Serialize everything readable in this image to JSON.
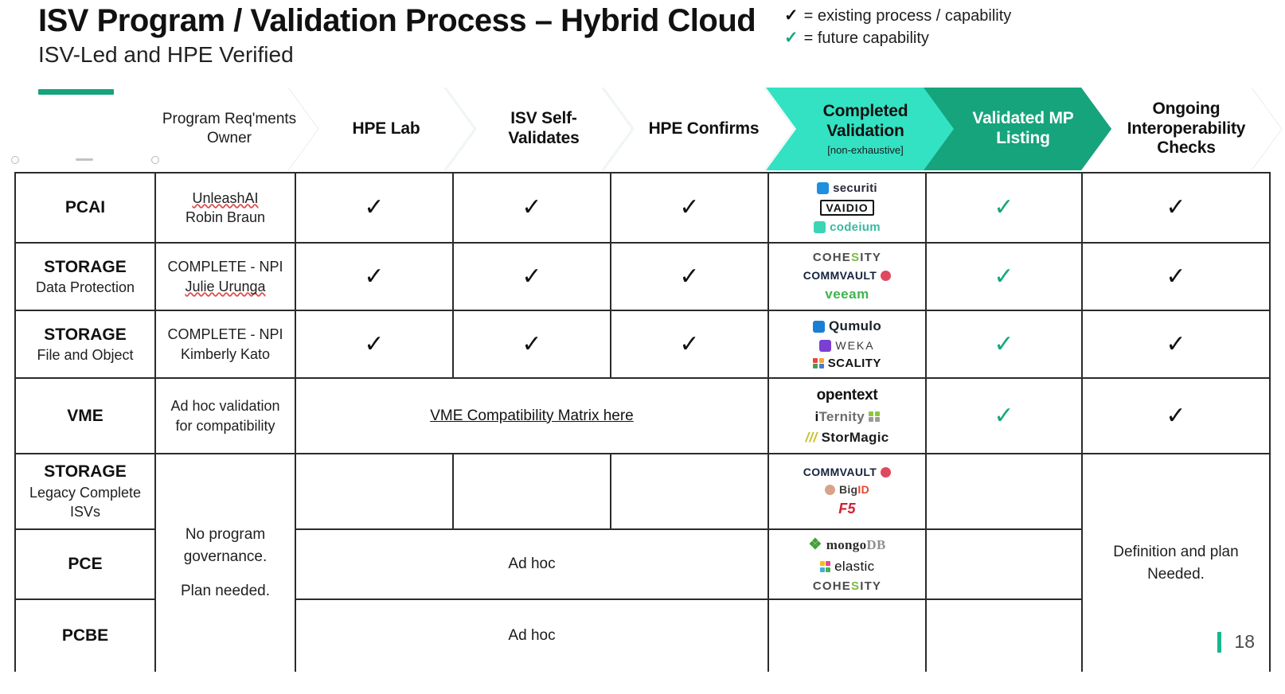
{
  "header": {
    "title": "ISV Program / Validation Process – Hybrid Cloud",
    "subtitle": "ISV-Led and HPE Verified",
    "accent_color": "#15a47c"
  },
  "legend": [
    {
      "icon": "check-icon",
      "mark": "✓",
      "color": "#111111",
      "text": "= existing process / capability"
    },
    {
      "icon": "check-icon",
      "mark": "✓",
      "color": "#16a77e",
      "text": "= future capability"
    }
  ],
  "owner_column_header": "Program Req'ments\nOwner",
  "owner_header_line1": "Program Req'ments",
  "owner_header_line2": "Owner",
  "stages": [
    {
      "label": "HPE Lab",
      "note": "",
      "style": "outline",
      "fill": "#ffffff",
      "stroke": "#3d7a87",
      "text_color": "#111111"
    },
    {
      "label": "ISV Self-\nValidates",
      "line1": "ISV Self-",
      "line2": "Validates",
      "note": "",
      "style": "outline",
      "fill": "#ffffff",
      "stroke": "#3d7a87",
      "text_color": "#111111"
    },
    {
      "label": "HPE Confirms",
      "note": "",
      "style": "outline",
      "fill": "#ffffff",
      "stroke": "#3d7a87",
      "text_color": "#111111"
    },
    {
      "label": "Completed\nValidation",
      "line1": "Completed",
      "line2": "Validation",
      "note": "[non-exhaustive]",
      "style": "filled",
      "fill": "#33e2c3",
      "stroke": "#33e2c3",
      "text_color": "#111111"
    },
    {
      "label": "Validated MP\nListing",
      "line1": "Validated MP",
      "line2": "Listing",
      "note": "",
      "style": "filled",
      "fill": "#16a47c",
      "stroke": "#16a47c",
      "text_color": "#ffffff"
    },
    {
      "label": "Ongoing\nInteroperability\nChecks",
      "line1": "Ongoing",
      "line2": "Interoperability",
      "line3": "Checks",
      "note": "",
      "style": "outline",
      "fill": "#ffffff",
      "stroke": "#3d7a87",
      "text_color": "#111111"
    }
  ],
  "rows": [
    {
      "category_main": "PCAI",
      "category_sub": "",
      "owner_line1": "UnleashAI",
      "owner_line1_misspelled": true,
      "owner_line2": "Robin Braun",
      "hpe_lab": "✓",
      "isv_self": "✓",
      "hpe_confirms": "✓",
      "logos": [
        "securiti",
        "VAIDIO",
        "codeium"
      ],
      "validated_mp": "✓",
      "validated_mp_color": "#16a77e",
      "ongoing": "✓",
      "ongoing_color": "#111111"
    },
    {
      "category_main": "STORAGE",
      "category_sub": "Data Protection",
      "owner_line1": "COMPLETE - NPI",
      "owner_line2": "Julie Urunga",
      "owner_line2_misspelled": true,
      "hpe_lab": "✓",
      "isv_self": "✓",
      "hpe_confirms": "✓",
      "logos": [
        "COHESITY",
        "COMMVAULT",
        "veeam"
      ],
      "validated_mp": "✓",
      "validated_mp_color": "#16a77e",
      "ongoing": "✓",
      "ongoing_color": "#111111"
    },
    {
      "category_main": "STORAGE",
      "category_sub": "File and Object",
      "owner_line1": "COMPLETE - NPI",
      "owner_line2": "Kimberly Kato",
      "hpe_lab": "✓",
      "isv_self": "✓",
      "hpe_confirms": "✓",
      "logos": [
        "Qumulo",
        "WEKA",
        "SCALITY"
      ],
      "validated_mp": "✓",
      "validated_mp_color": "#16a77e",
      "ongoing": "✓",
      "ongoing_color": "#111111"
    },
    {
      "category_main": "VME",
      "category_sub": "",
      "owner_line1": "Ad hoc validation",
      "owner_line2": "for compatibility",
      "merged_link": "VME Compatibility Matrix here",
      "logos": [
        "opentext",
        "iTernity",
        "StorMagic"
      ],
      "validated_mp": "✓",
      "validated_mp_color": "#16a77e",
      "ongoing": "✓",
      "ongoing_color": "#111111"
    },
    {
      "category_main": "STORAGE",
      "category_sub": "Legacy Complete\nISVs",
      "category_sub_line1": "Legacy Complete",
      "category_sub_line2": "ISVs",
      "hpe_lab": "",
      "isv_self": "",
      "hpe_confirms": "",
      "logos": [
        "COMMVAULT",
        "BigID",
        "F5"
      ],
      "validated_mp": "",
      "ongoing": ""
    },
    {
      "category_main": "PCE",
      "category_sub": "",
      "merged_text": "Ad hoc",
      "logos": [
        "mongoDB",
        "elastic",
        "COHESITY"
      ],
      "validated_mp": "",
      "ongoing": ""
    },
    {
      "category_main": "PCBE",
      "category_sub": "",
      "merged_text": "Ad hoc",
      "logos": [],
      "validated_mp": "",
      "ongoing": ""
    }
  ],
  "owner_merged_note": {
    "line1": "No program",
    "line2": "governance.",
    "line3": "Plan needed."
  },
  "ongoing_merged_note": {
    "line1": "Definition and plan",
    "line2": "Needed."
  },
  "footer": {
    "page_number": "18",
    "bar_color": "#16b890"
  }
}
